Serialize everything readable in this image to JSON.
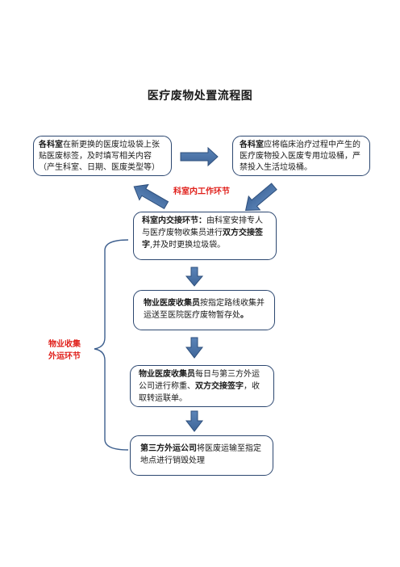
{
  "title": "医疗废物处置流程图",
  "boxes": {
    "dept_label": {
      "strong": "各科室",
      "text": "在新更换的医废垃圾袋上张贴医废标签，及时填写相关内容（产生科室、日期、医废类型等）"
    },
    "dept_sort": {
      "strong": "各科室",
      "text": "应将临床治疗过程中产生的医疗废物投入医废专用垃圾桶，严禁投入生活垃圾桶。"
    },
    "handover": {
      "strong": "科室内交接环节：",
      "text1": "由科室安排专人与医疗废物收集员进行",
      "strong2": "双方交接签字",
      "text2": ",并及时更换垃圾袋。"
    },
    "collector": {
      "strong": "物业医废收集员",
      "text1": "按指定路线收集并运送至医院医疗废物暂存处",
      "strong2": "。"
    },
    "weigh": {
      "strong": "物业医废收集员",
      "text1": "每日与第三方外运公司进行称重、",
      "strong2": "双方交接签字",
      "text2": "，收取转运联单。"
    },
    "third_party": {
      "strong": "第三方外运公司",
      "text": "将医废运输至指定地点进行销毁处理"
    }
  },
  "labels": {
    "dept_stage": "科室内工作环节",
    "transport_stage_1": "物业收集",
    "transport_stage_2": "外运环节"
  },
  "colors": {
    "arrow": "#4a73a8",
    "border": "#2c4770",
    "stage_label": "#e0201b"
  }
}
